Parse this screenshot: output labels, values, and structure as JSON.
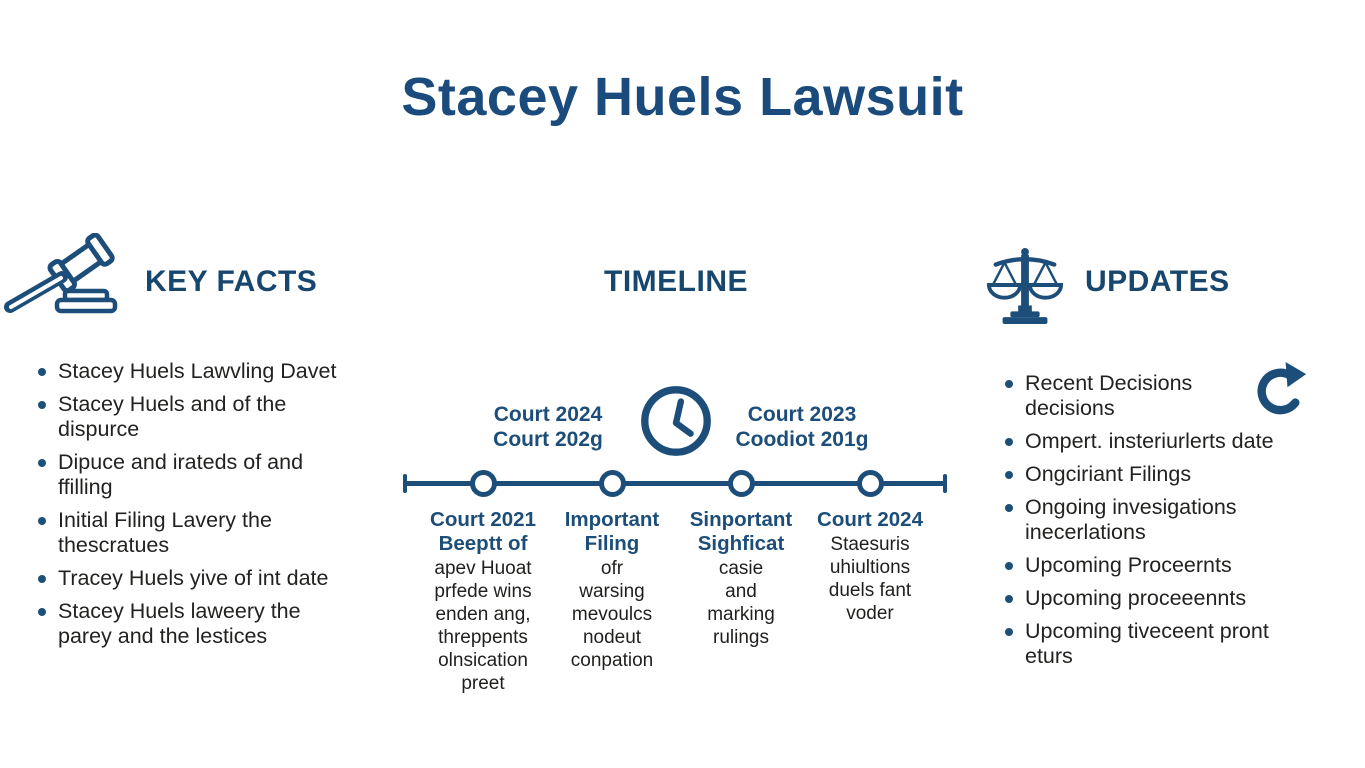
{
  "title": "Stacey Huels Lawsuit",
  "colors": {
    "navy": "#1d4e79",
    "heading": "#17466f",
    "body_text": "#222220"
  },
  "key_facts": {
    "heading": "KEY FACTS",
    "icon": "gavel-icon",
    "items": [
      "Stacey Huels Lawvling Davet",
      "Stacey Huels and of the dispurce",
      "Dipuce and irateds of and ffilling",
      "Initial Filing Lavery the thescratues",
      "Tracey Huels yive of int date",
      "Stacey Huels laweery the parey and the lestices"
    ]
  },
  "timeline": {
    "heading": "TIMELINE",
    "icon": "clock-icon",
    "above_left": [
      "Court 2024",
      "Court 202g"
    ],
    "above_right": [
      "Court 2023",
      "Coodiot 201g"
    ],
    "events": [
      {
        "title": "Court 2021",
        "subtitle": "Beeptt of",
        "lines": [
          "apev Huoat",
          "prfede wins",
          "enden ang,",
          "threppents",
          "olnsication",
          "preet"
        ]
      },
      {
        "title": "Important",
        "subtitle": "Filing",
        "lines": [
          "ofr",
          "warsing",
          "mevoulcs",
          "nodeut",
          "conpation"
        ]
      },
      {
        "title": "Sinportant",
        "subtitle": "Sighficat",
        "lines": [
          "casie",
          "and",
          "marking",
          "rulings"
        ]
      },
      {
        "title": "Court 2024",
        "subtitle": "",
        "lines": [
          "Staesuris",
          "uhiultions",
          "duels fant",
          "voder"
        ]
      }
    ]
  },
  "updates": {
    "heading": "UPDATES",
    "icon": "scales-icon",
    "corner_icon": "refresh-icon",
    "items": [
      "Recent Decisions decisions",
      "Ompert. insteriurlerts date",
      "Ongciriant Filings",
      "Ongoing invesigations inecerlations",
      "Upcoming Proceernts",
      "Upcoming proceeennts",
      "Upcoming tiveceent pront eturs"
    ]
  }
}
